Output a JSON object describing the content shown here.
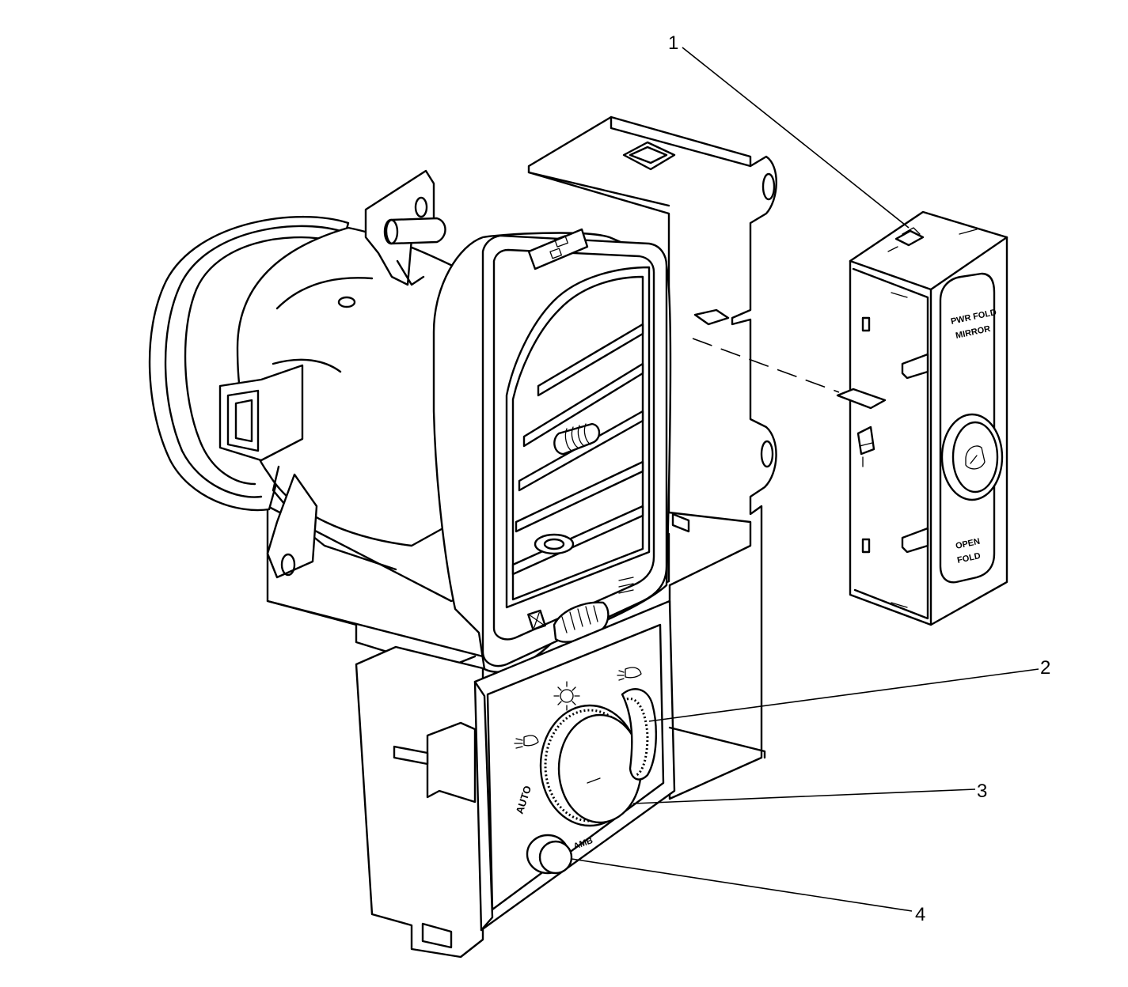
{
  "callouts": [
    {
      "id": "1",
      "label": "1"
    },
    {
      "id": "2",
      "label": "2"
    },
    {
      "id": "3",
      "label": "3"
    },
    {
      "id": "4",
      "label": "4"
    }
  ],
  "panel_text": {
    "auto": "AUTO",
    "amb": "AMB"
  },
  "module_text": {
    "line1": "PWR FOLD",
    "line2": "MIRROR",
    "open1": "OPEN",
    "open2": "FOLD"
  }
}
